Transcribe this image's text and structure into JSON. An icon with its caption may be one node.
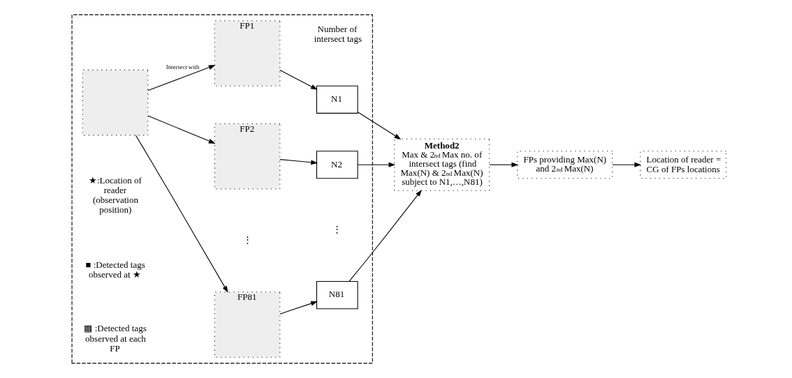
{
  "diagram": {
    "nodes": [
      {
        "text": [],
        "shape": "box"
      },
      {
        "text": [],
        "shape": "box",
        "in": 0
      },
      {
        "text": [
          "FP1"
        ],
        "in": 0
      },
      {
        "text": [
          "FP2"
        ],
        "in": 0
      },
      {
        "text": [
          "FP81"
        ],
        "in": 0
      },
      {
        "text": [
          "N1"
        ],
        "in": 0
      },
      {
        "text": [
          "N2"
        ],
        "in": 0
      },
      {
        "text": [
          "N81"
        ],
        "in": 0
      },
      {
        "text": [
          "Method2",
          "Max & 2$^{nd}$ Max no. of intersect tags (find Max(N) & 2$^{nd}$ Max(N) subject to N1,…,N81)"
        ]
      },
      {
        "text": [
          "FPs providing Max(N) and 2$^{nd}$ Max(N)"
        ]
      },
      {
        "text": [
          "Location of reader = CG of FPs locations"
        ]
      }
    ],
    "edges": [
      {
        "from": 1,
        "to": 2,
        "arrow": "to",
        "label": "Intersect with"
      },
      {
        "from": 1,
        "to": 3,
        "arrow": "to"
      },
      {
        "from": 1,
        "to": 4,
        "arrow": "to"
      },
      {
        "from": 2,
        "to": 5,
        "arrow": "to"
      },
      {
        "from": 3,
        "to": 6,
        "arrow": "to"
      },
      {
        "from": 4,
        "to": 7,
        "arrow": "to"
      },
      {
        "from": 5,
        "to": 8,
        "arrow": "to"
      },
      {
        "from": 6,
        "to": 8,
        "arrow": "to"
      },
      {
        "from": 7,
        "to": 8,
        "arrow": "to"
      },
      {
        "from": 8,
        "to": 9,
        "arrow": "to"
      },
      {
        "from": 9,
        "to": 10,
        "arrow": "to"
      }
    ],
    "labels": [
      "Number of intersect tags",
      "⋮",
      "⋮"
    ],
    "legend": [
      {
        "text": "★:Location of reader (observation position)"
      },
      {
        "text": "■ :Detected tags observed at ★"
      },
      {
        "text": "▩ :Detected tags observed at each FP"
      }
    ]
  }
}
